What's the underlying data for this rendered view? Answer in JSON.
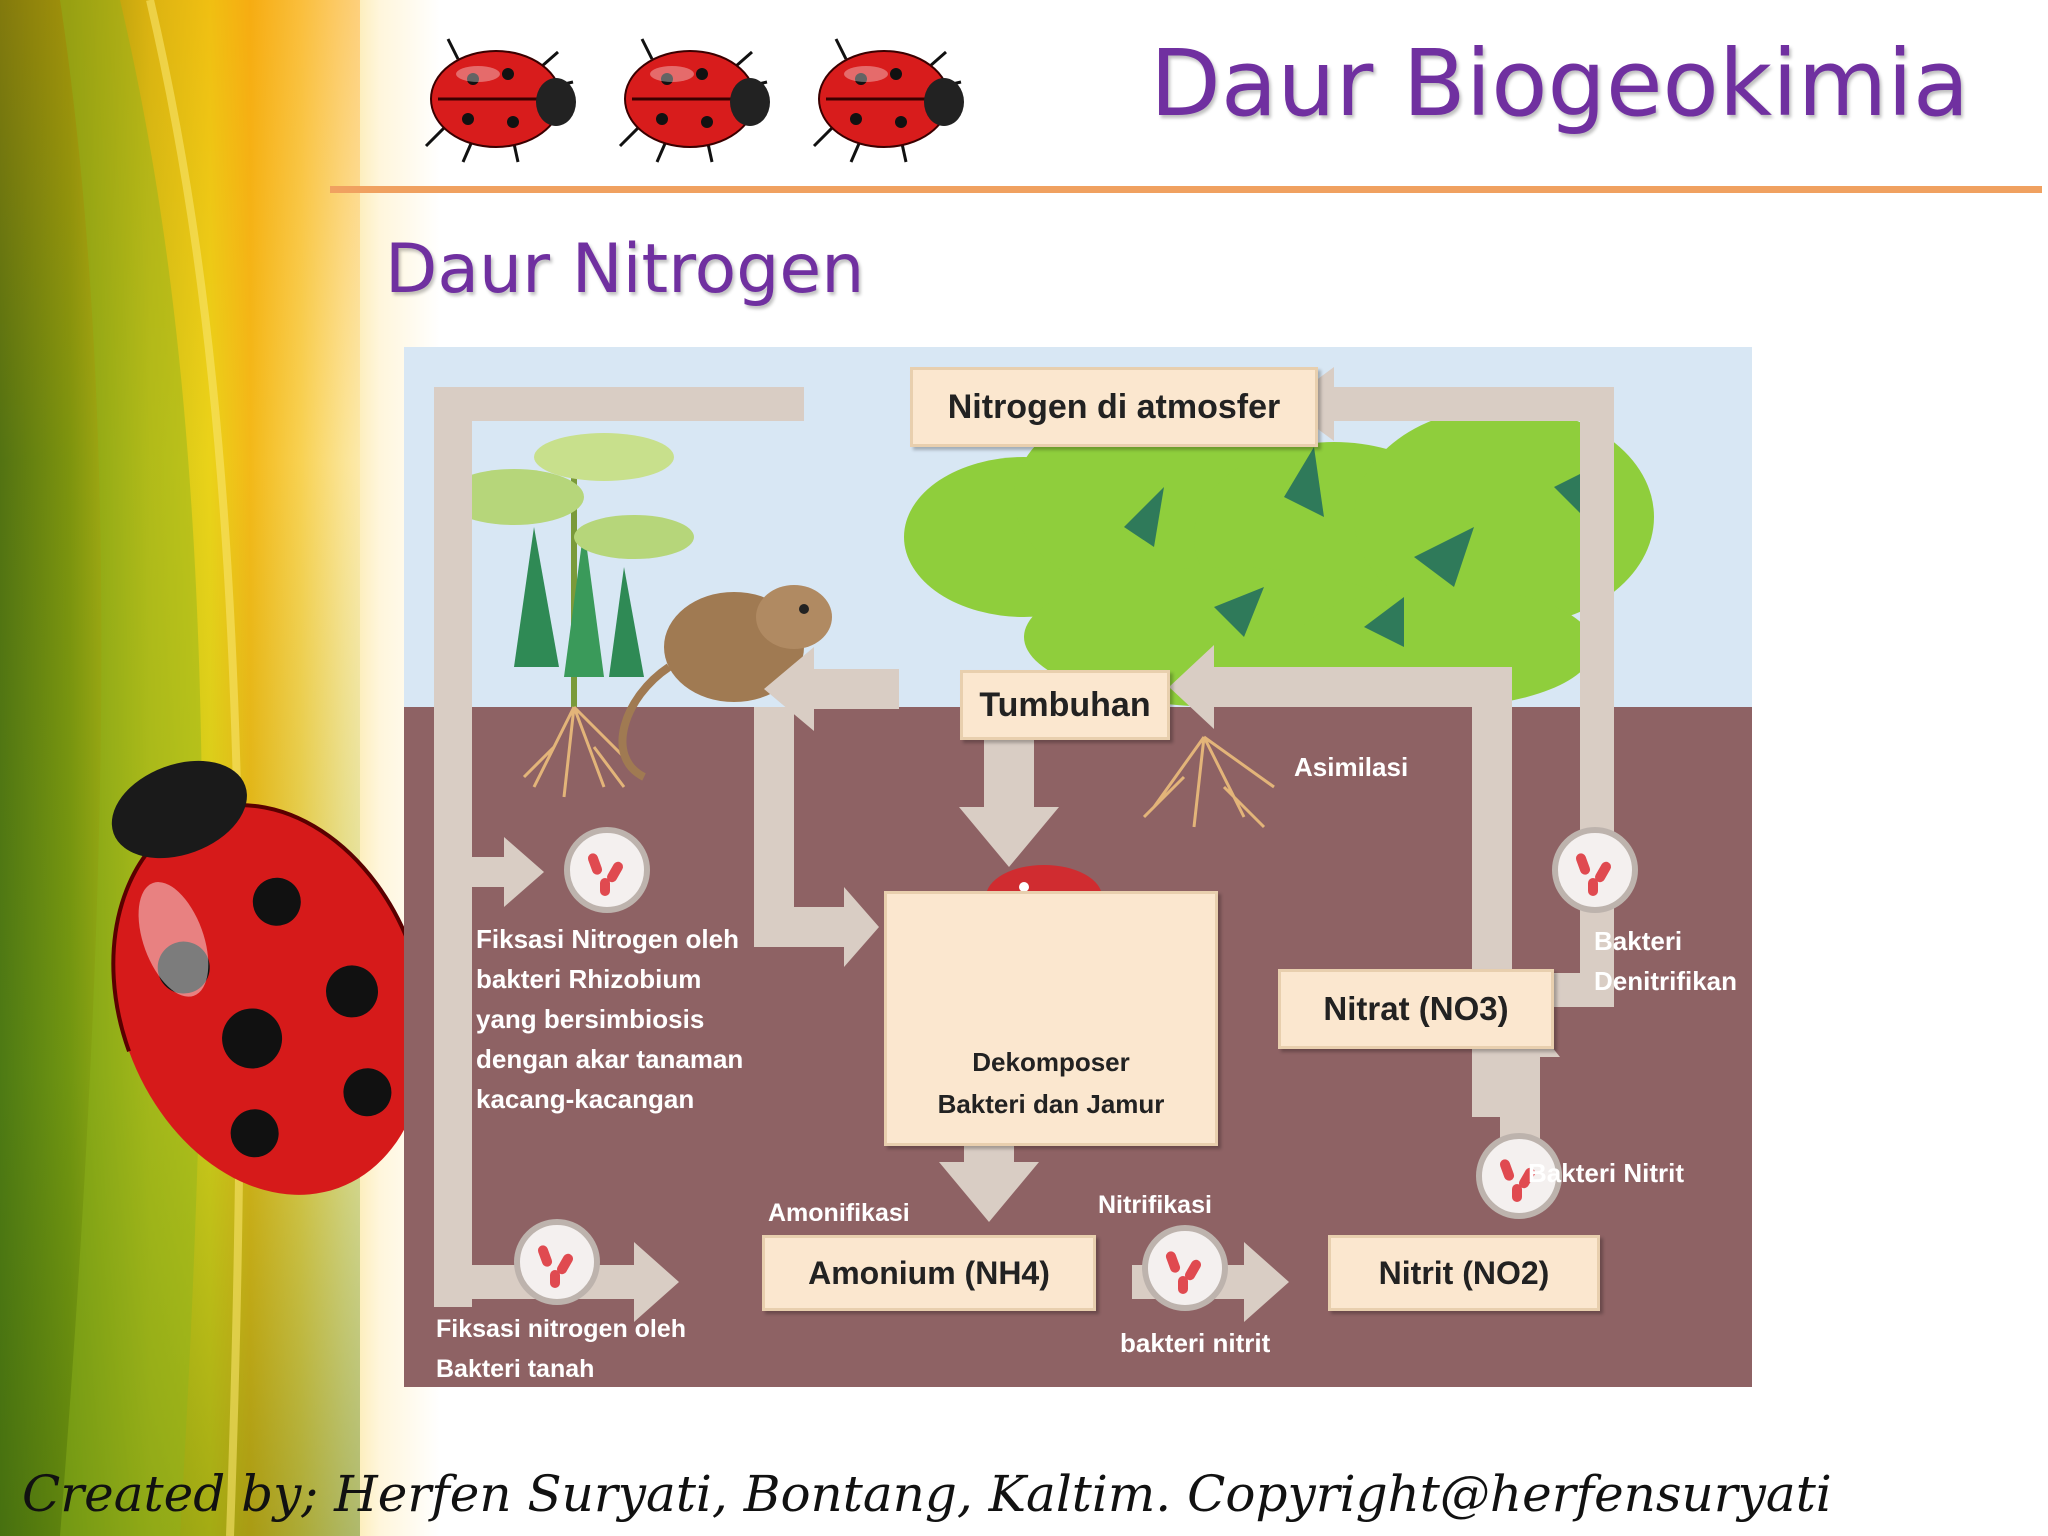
{
  "header": {
    "title": "Daur Biogeokimia",
    "subtitle": "Daur Nitrogen"
  },
  "icons": {
    "decor": "ladybug-icon",
    "bacteria": "bacteria-circle-icon",
    "fungi": "mushroom-icon",
    "animal": "mouse-icon",
    "plant": "plant-icon"
  },
  "colors": {
    "title": "#7030a0",
    "rule": "#f0a160",
    "soil": "#8e6264",
    "sky": "#d8e7f4",
    "arrow": "#d9cdc4",
    "box": "#fbe7cf"
  },
  "diagram": {
    "atmosphere": "Nitrogen di atmosfer",
    "plants": "Tumbuhan",
    "assimilation": "Asimilasi",
    "fixation_rhizobium": [
      "Fiksasi Nitrogen oleh",
      "bakteri Rhizobium",
      "yang bersimbiosis",
      "dengan akar tanaman",
      "kacang-kacangan"
    ],
    "decomposer_title": "Dekomposer",
    "decomposer_sub": "Bakteri dan Jamur",
    "nitrate": "Nitrat (NO3)",
    "denitrifying": [
      "Bakteri",
      "Denitrifikan"
    ],
    "nitrite_bacteria": "Bakteri Nitrit",
    "ammonification": "Amonifikasi",
    "nitrification": "Nitrifikasi",
    "ammonium": "Amonium (NH4)",
    "nitrite": "Nitrit (NO2)",
    "nitrite_bacteria_lower": "bakteri nitrit",
    "fixation_soil": [
      "Fiksasi nitrogen oleh",
      "Bakteri tanah"
    ]
  },
  "footer": {
    "credit": "Created by; Herfen Suryati, Bontang, Kaltim. Copyright@herfensuryati"
  }
}
